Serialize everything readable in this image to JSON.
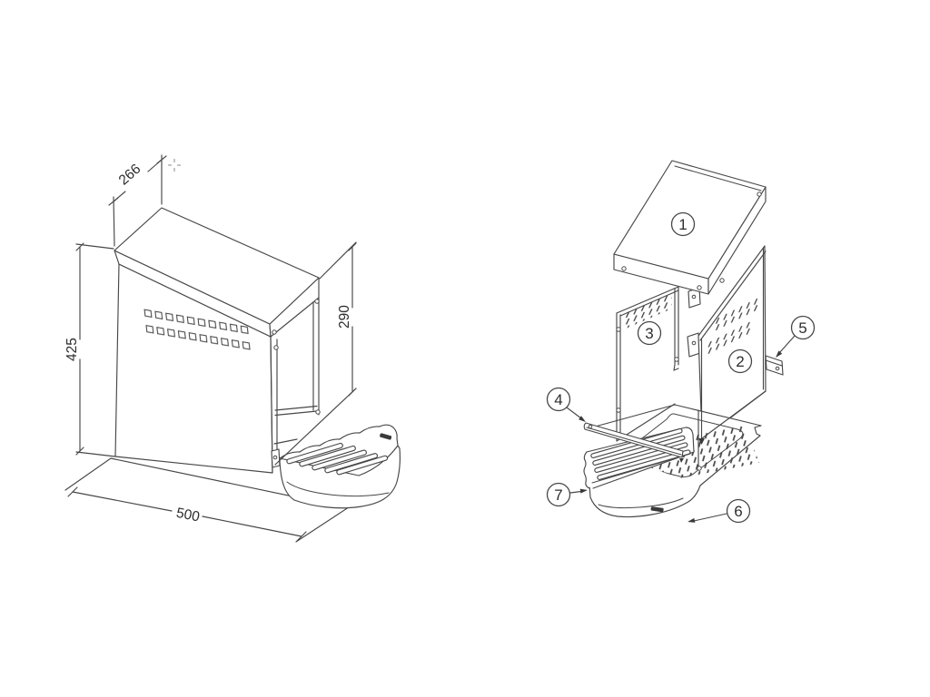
{
  "figure": {
    "type": "technical-drawing",
    "background_color": "#ffffff",
    "line_color": "#474747"
  },
  "assembled_view": {
    "dimensions": {
      "depth": "266",
      "height": "425",
      "side_height": "290",
      "width": "500"
    }
  },
  "exploded_view": {
    "part_labels": [
      "1",
      "2",
      "3",
      "4",
      "5",
      "6",
      "7"
    ]
  }
}
